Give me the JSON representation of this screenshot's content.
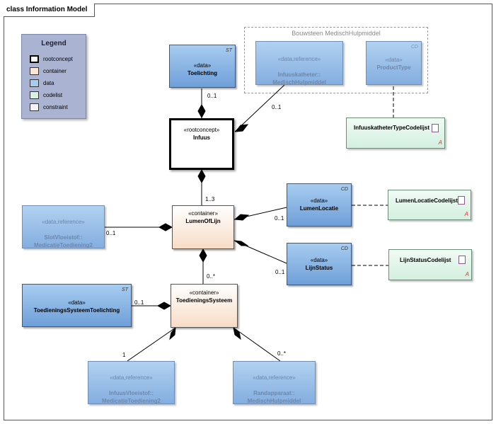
{
  "diagram": {
    "frame_title": "class Information Model",
    "package_title": "Bouwsteen MedischHulpmiddel",
    "legend": {
      "title": "Legend",
      "items": [
        {
          "label": "rootconcept",
          "color": "#ffffff",
          "border": "#000000"
        },
        {
          "label": "container",
          "color": "#fbe4d3",
          "border": "#555555"
        },
        {
          "label": "data",
          "color": "#a7ccef",
          "border": "#3a5a85"
        },
        {
          "label": "codelist",
          "color": "#d9f2e4",
          "border": "#6a8f78"
        },
        {
          "label": "constraint",
          "color": "#f2f2fa",
          "border": "#555555"
        }
      ]
    },
    "nodes": {
      "toelichting": {
        "stereotype": "«data»",
        "name": "Toelichting",
        "tag": "ST"
      },
      "infuuskatheter": {
        "stereotype": "«data,reference»",
        "name": "Infuuskatheter::\nMedischHulpmiddel"
      },
      "producttype": {
        "stereotype": "«data»",
        "name": "ProductType",
        "tag": "CD"
      },
      "infuus": {
        "stereotype": "«rootconcept»",
        "name": "Infuus"
      },
      "infuuskatheter_codelijst": {
        "name": "InfuuskatheterTypeCodelijst",
        "icon_letter": "A"
      },
      "slotvloeistof": {
        "stereotype": "«data,reference»",
        "name": "SlotVloeistof::\nMedicatieToediening2"
      },
      "lumenoflijn": {
        "stereotype": "«container»",
        "name": "LumenOfLijn"
      },
      "lumenlocatie": {
        "stereotype": "«data»",
        "name": "LumenLocatie",
        "tag": "CD"
      },
      "lumenlocatie_codelijst": {
        "name": "LumenLocatieCodelijst",
        "icon_letter": "A"
      },
      "lijnstatus": {
        "stereotype": "«data»",
        "name": "LijnStatus",
        "tag": "CD"
      },
      "lijnstatus_codelijst": {
        "name": "LijnStatusCodelijst",
        "icon_letter": "A"
      },
      "tst": {
        "stereotype": "«data»",
        "name": "ToedieningsSysteemToelichting",
        "tag": "ST"
      },
      "toedieningssysteem": {
        "stereotype": "«container»",
        "name": "ToedieningsSysteem"
      },
      "infuusvloeistof": {
        "stereotype": "«data,reference»",
        "name": "InfuusVloeistof::\nMedicatieToediening2"
      },
      "randapparaat": {
        "stereotype": "«data,reference»",
        "name": "Randapparaat::\nMedischHulpmiddel"
      }
    },
    "multiplicities": {
      "toelichting": "0..1",
      "infuuskatheter": "0..1",
      "lumenoflijn": "1..3",
      "slotvloeistof": "0..1",
      "lumenlocatie": "0..1",
      "lijnstatus": "0..1",
      "toedieningssysteem": "0..*",
      "tst": "0..1",
      "infuusvloeistof": "1",
      "randapparaat": "0..*"
    }
  }
}
